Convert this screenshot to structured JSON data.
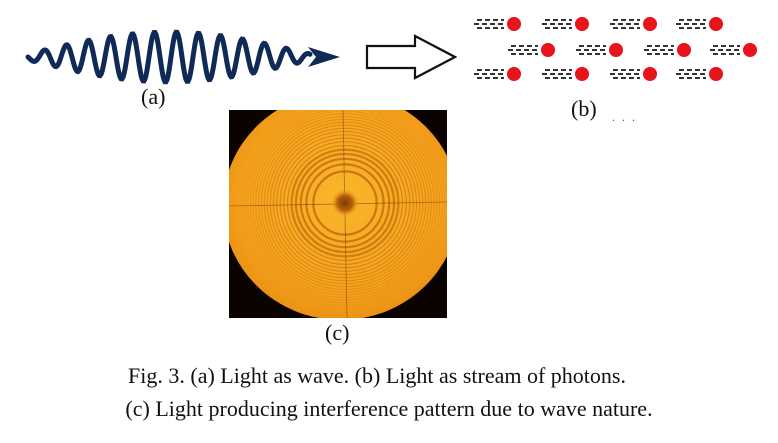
{
  "panels": {
    "a": {
      "label": "(a)",
      "icon": "wave-arrow-icon",
      "color": "#0f2a57"
    },
    "transition": {
      "icon": "hollow-right-arrow-icon"
    },
    "b": {
      "label": "(b)",
      "icon": "photon-stream-icon",
      "photon_color": "#e8141b",
      "dash_color": "#333333"
    },
    "c": {
      "label": "(c)",
      "icon": "interference-fringe-image",
      "fringe_color": "#f6a21d"
    }
  },
  "caption": {
    "line1": "Fig. 3. (a) Light as wave. (b) Light as stream of photons.",
    "line2": "(c) Light producing interference pattern due to wave nature."
  }
}
